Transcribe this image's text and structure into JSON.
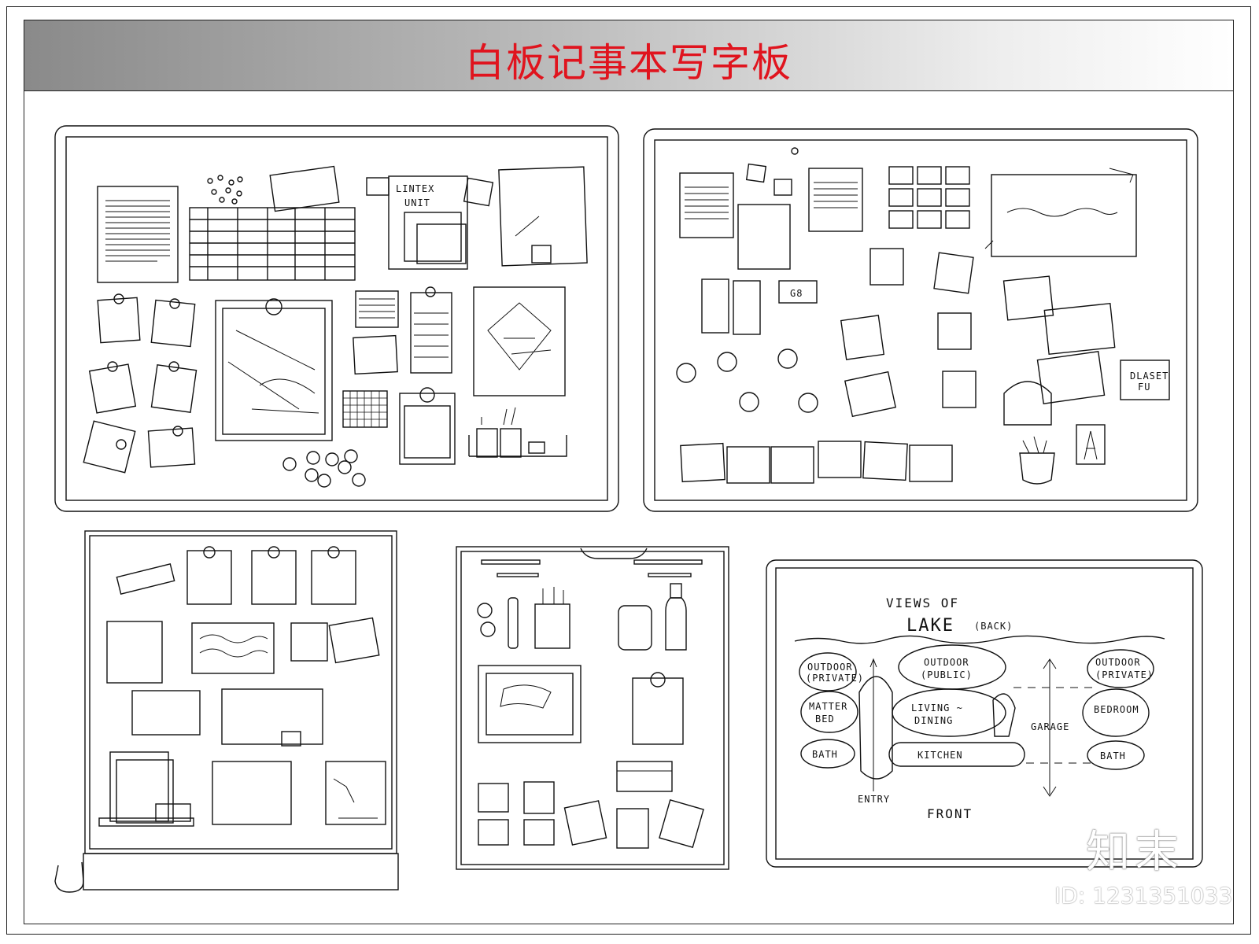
{
  "title": "白板记事本写字板",
  "brand_logo": "知末",
  "image_id": "ID: 1231351033",
  "colors": {
    "title": "#e0141e",
    "line": "#111111",
    "background": "#ffffff"
  },
  "board1": {
    "sticker": [
      "LINTEX",
      "UNIT"
    ]
  },
  "board3": {
    "sketch_label": "G8",
    "card_label": [
      "DLASET",
      "FU"
    ]
  },
  "board5": {
    "heading_1": "VIEWS OF",
    "heading_2": "LAKE",
    "heading_2b": "(BACK)",
    "zones": {
      "outdoor_private_left": [
        "OUTDOOR",
        "(PRIVATE)"
      ],
      "outdoor_public": [
        "OUTDOOR",
        "(PUBLIC)"
      ],
      "outdoor_private_right": [
        "OUTDOOR",
        "(PRIVATE)"
      ],
      "master_bed": [
        "MATTER",
        "BED"
      ],
      "living_dining": [
        "LIVING ~",
        "DINING"
      ],
      "bedroom": "BEDROOM",
      "garage": "GARAGE",
      "bath_left": "BATH",
      "kitchen": "KITCHEN",
      "bath_right": "BATH",
      "entry": "ENTRY",
      "front": "FRONT"
    }
  }
}
